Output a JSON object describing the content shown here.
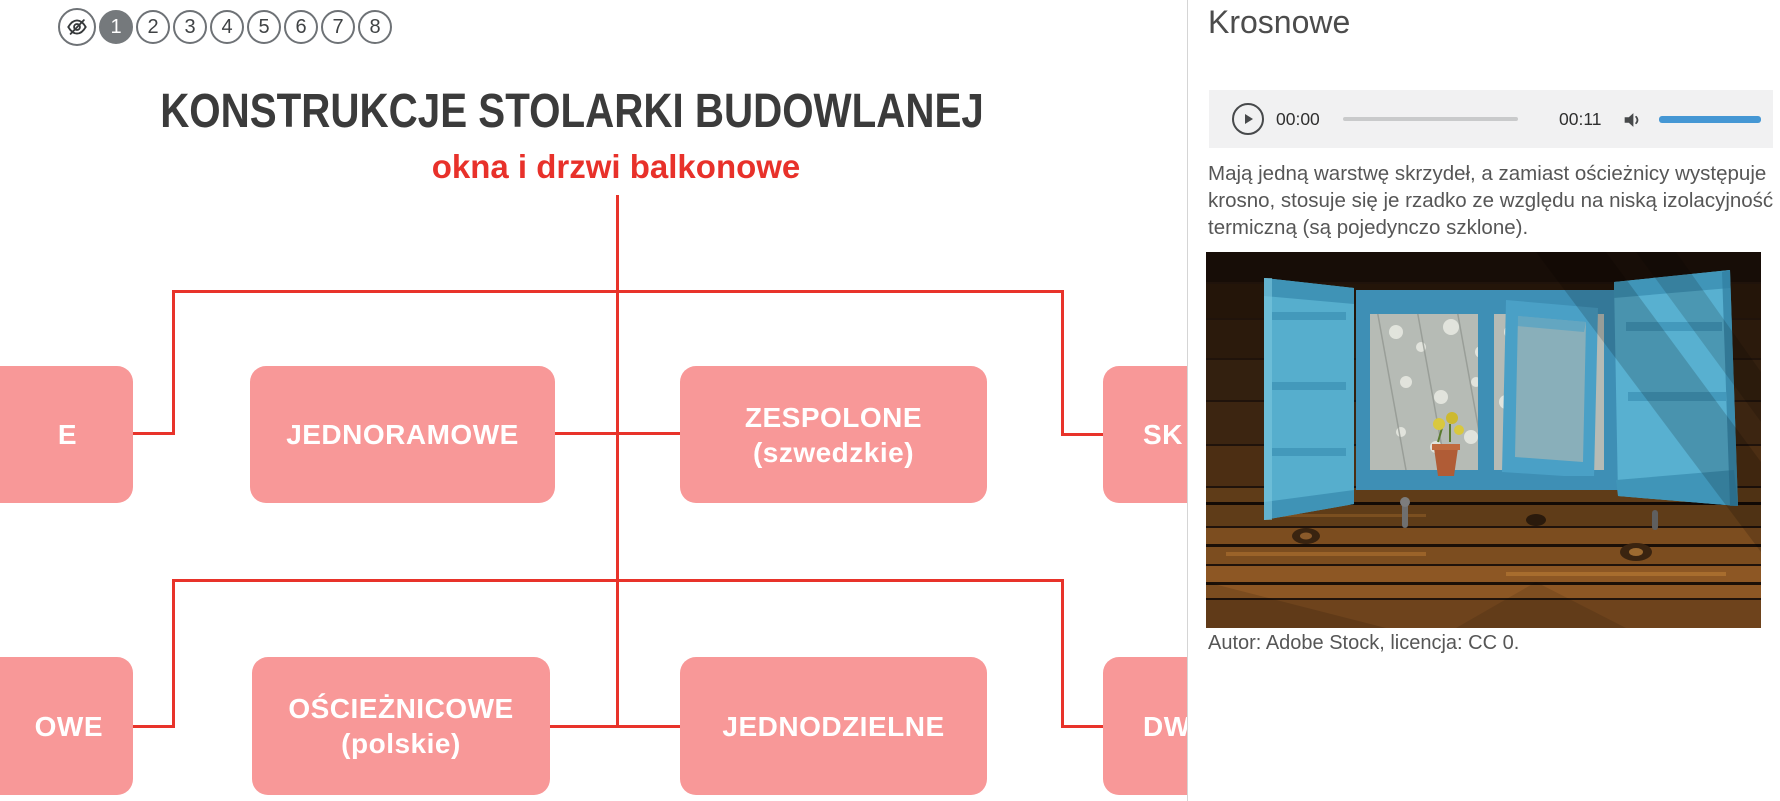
{
  "nav": {
    "hide_icon": "eye-slash",
    "pages": [
      "1",
      "2",
      "3",
      "4",
      "5",
      "6",
      "7",
      "8"
    ],
    "active_page": "1"
  },
  "diagram": {
    "title": "KONSTRUKCJE STOLARKI BUDOWLANEJ",
    "subtitle": "okna i drzwi balkonowe",
    "nodes": [
      {
        "label": "E",
        "note": "partial, cut at left edge"
      },
      {
        "label": "JEDNORAMOWE"
      },
      {
        "label": "ZESPOLONE",
        "sublabel": "(szwedzkie)"
      },
      {
        "label": "SK",
        "note": "partial, cut at right edge"
      },
      {
        "label": "OWE",
        "note": "partial, cut at left edge"
      },
      {
        "label": "OŚCIEŻNICOWE",
        "sublabel": "(polskie)"
      },
      {
        "label": "JEDNODZIELNE"
      },
      {
        "label": "DW",
        "note": "partial, cut at right edge"
      }
    ],
    "colors": {
      "box": "#f89898",
      "line": "#e8332a",
      "subtitle": "#e8312a",
      "title": "#3b3b3b"
    }
  },
  "panel": {
    "title": "Krosnowe",
    "player": {
      "play_icon": "play",
      "current_time": "00:00",
      "total_time": "00:11",
      "volume_icon": "speaker",
      "volume_color": "#4597d4"
    },
    "description": "Mają jedną warstwę skrzydeł, a zamiast ościeżnicy występuje krosno, stosuje się je rzadko ze względu na niską izolacyjność termiczną (są pojedynczo szklone).",
    "photo": "blue wooden window with open shutters, lace curtain and flower pot on dark plank wall",
    "caption": "Autor: Adobe Stock, licencja: CC 0."
  }
}
